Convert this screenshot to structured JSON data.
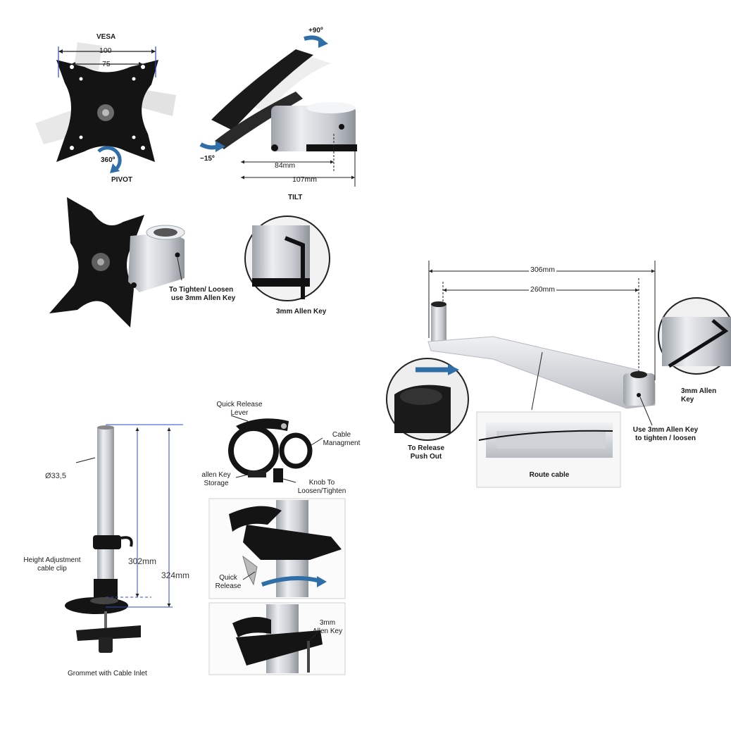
{
  "vesa": {
    "title": "VESA",
    "dim_100": "100",
    "dim_75": "75",
    "rotation": "360º",
    "pivot": "PIVOT"
  },
  "tilt": {
    "up": "+90º",
    "down": "−15º",
    "dim_84": "84mm",
    "dim_107": "107mm",
    "title": "TILT"
  },
  "mount": {
    "tighten_line1": "To Tighten/ Loosen",
    "tighten_line2": "use 3mm Allen Key",
    "allen_key": "3mm Allen Key"
  },
  "arm": {
    "dim_306": "306mm",
    "dim_260": "260mm",
    "allen_key": "3mm Allen Key",
    "release_line1": "To Release",
    "release_line2": "Push Out",
    "use_key_line1": "Use 3mm Allen Key",
    "use_key_line2": "to tighten / loosen",
    "route_cable": "Route cable"
  },
  "pole": {
    "diameter": "Ø33,5",
    "height_clip_line1": "Height Adjustment",
    "height_clip_line2": "cable clip",
    "dim_302": "302mm",
    "dim_324": "324mm",
    "grommet": "Grommet with Cable Inlet"
  },
  "clamp": {
    "lever_line1": "Quick Release",
    "lever_line2": "Lever",
    "cable_line1": "Cable",
    "cable_line2": "Managment",
    "storage_line1": "allen Key",
    "storage_line2": "Storage",
    "knob_line1": "Knob To",
    "knob_line2": "Loosen/Tighten",
    "quick_line1": "Quick",
    "quick_line2": "Release",
    "key_line1": "3mm",
    "key_line2": "Allen Key"
  },
  "colors": {
    "accent_arrow": "#2f6ea6",
    "dimension_line": "#2b49c8",
    "metal": "#d9dbdf",
    "black_part": "#141414"
  }
}
